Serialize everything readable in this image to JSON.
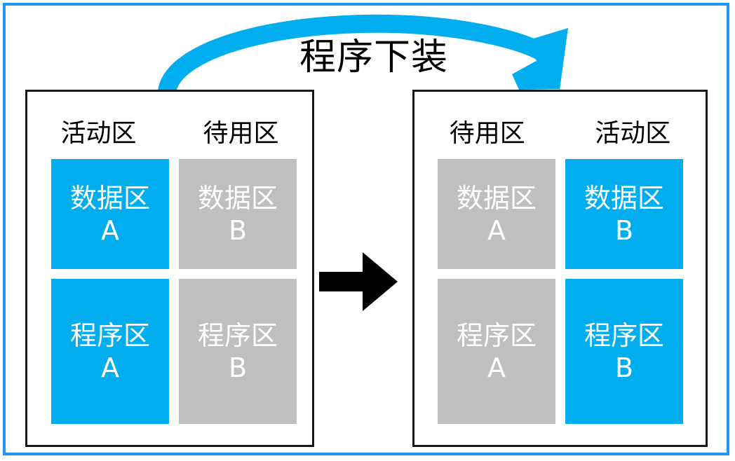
{
  "diagram": {
    "title": "程序下装",
    "frame_color": "#2196f3",
    "active_color": "#00aeef",
    "inactive_color": "#bfbfbf",
    "panel_border_color": "#1a1a1a",
    "curved_arrow": {
      "name": "program-download-arrow",
      "color": "#00aeef",
      "direction": "left-to-right",
      "label": "程序下装"
    },
    "transition_arrow": {
      "name": "state-transition-arrow",
      "color": "#000000",
      "direction": "right"
    },
    "panels": [
      {
        "id": "before",
        "columns": [
          {
            "label": "活动区",
            "state": "active"
          },
          {
            "label": "待用区",
            "state": "inactive"
          }
        ],
        "tiles": [
          {
            "kind": "数据区",
            "bank": "A",
            "state": "active"
          },
          {
            "kind": "数据区",
            "bank": "B",
            "state": "inactive"
          },
          {
            "kind": "程序区",
            "bank": "A",
            "state": "active"
          },
          {
            "kind": "程序区",
            "bank": "B",
            "state": "inactive"
          }
        ]
      },
      {
        "id": "after",
        "columns": [
          {
            "label": "待用区",
            "state": "inactive"
          },
          {
            "label": "活动区",
            "state": "active"
          }
        ],
        "tiles": [
          {
            "kind": "数据区",
            "bank": "A",
            "state": "inactive"
          },
          {
            "kind": "数据区",
            "bank": "B",
            "state": "active"
          },
          {
            "kind": "程序区",
            "bank": "A",
            "state": "inactive"
          },
          {
            "kind": "程序区",
            "bank": "B",
            "state": "active"
          }
        ]
      }
    ]
  }
}
